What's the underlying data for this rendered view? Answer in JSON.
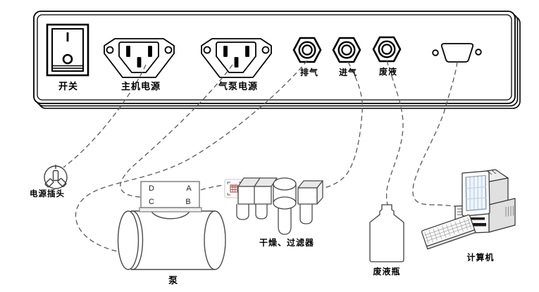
{
  "panel": {
    "switch": "开关",
    "main_power": "主机电源",
    "air_pump_power": "气泵电源",
    "exhaust": "排气",
    "intake": "进气",
    "waste": "废液"
  },
  "components": {
    "power_plug": "电源插头",
    "pump": "泵",
    "dryer_filter": "干燥、过滤器",
    "waste_bottle": "废液瓶",
    "computer": "计算机"
  },
  "pump_terminals": {
    "top_left": "D",
    "top_right": "A",
    "bottom_left": "C",
    "bottom_right": "B"
  },
  "connections": [
    {
      "from": "主机电源",
      "to": "电源插头",
      "style": "dashed"
    },
    {
      "from": "气泵电源",
      "to": "泵",
      "style": "dashed"
    },
    {
      "from": "排气",
      "to": "泵",
      "style": "dashed"
    },
    {
      "from": "泵",
      "to": "干燥、过滤器",
      "style": "dashed"
    },
    {
      "from": "干燥、过滤器",
      "to": "进气",
      "style": "dashed"
    },
    {
      "from": "废液",
      "to": "废液瓶",
      "style": "dashed"
    },
    {
      "from": "serial-port",
      "to": "计算机",
      "style": "dashed"
    }
  ],
  "colors": {
    "outline": "#000000",
    "dashed_line": "#595959",
    "screen_blue": "#cfe0f2",
    "placeholder_red": "#c0504d",
    "shade_gray": "#e8e8e8"
  }
}
